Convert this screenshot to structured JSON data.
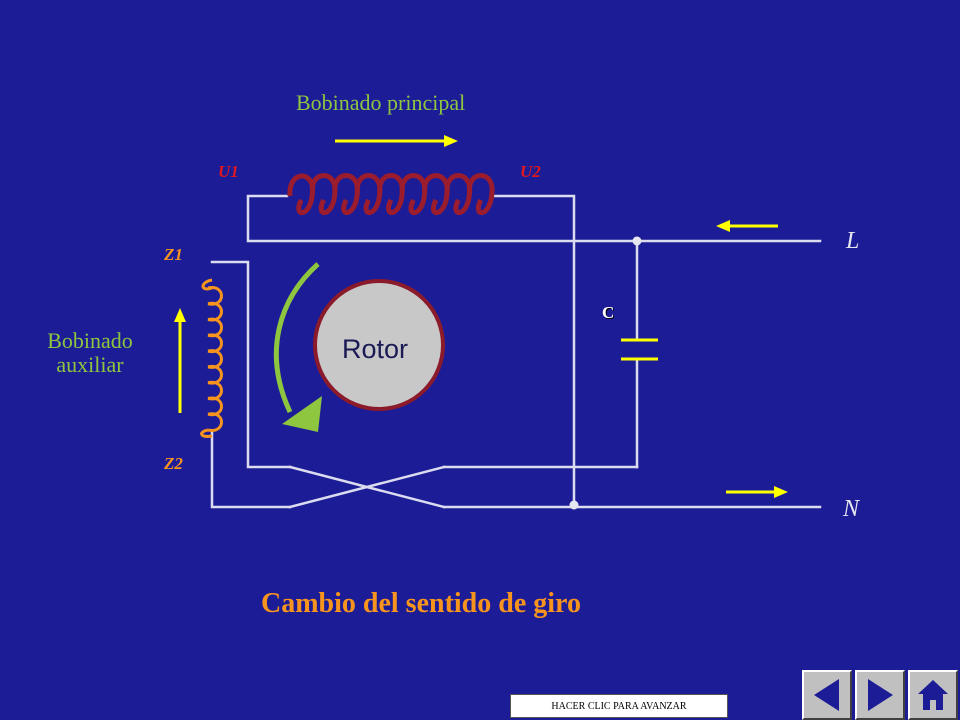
{
  "labels": {
    "main_winding": "Bobinado principal",
    "aux_winding_line1": "Bobinado",
    "aux_winding_line2": "auxiliar",
    "u1": "U1",
    "u2": "U2",
    "z1": "Z1",
    "z2": "Z2",
    "line_l": "L",
    "line_n": "N",
    "capacitor": "C",
    "rotor": "Rotor"
  },
  "title": "Cambio del sentido de giro",
  "controls": {
    "advance_label": "HACER CLIC PARA AVANZAR",
    "prev_icon": "previous-slide-icon",
    "next_icon": "next-slide-icon",
    "home_icon": "home-icon"
  },
  "colors": {
    "background": "#1c1c96",
    "wire": "#dcdcf0",
    "main_coil": "#9b1c2c",
    "aux_coil": "#f7941d",
    "arrow": "#ffff00",
    "rotation_arrow": "#8ec63f",
    "rotor_fill": "#c8c8c8",
    "rotor_border": "#8b1a2b"
  }
}
